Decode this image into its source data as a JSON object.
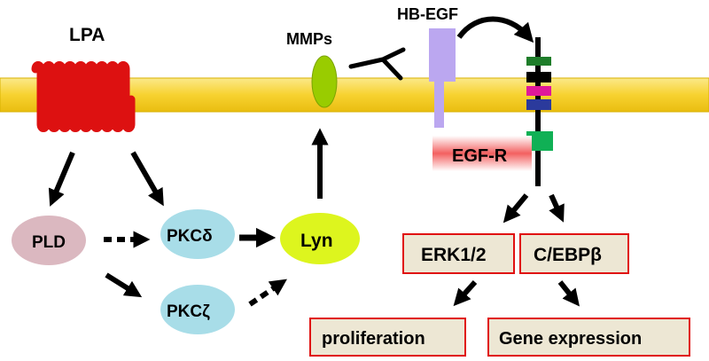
{
  "labels": {
    "lpa": "LPA",
    "mmps": "MMPs",
    "hb_egf": "HB-EGF",
    "egf_r": "EGF-R",
    "pld": "PLD",
    "pkc_delta": "PKCδ",
    "pkc_zeta": "PKCζ",
    "lyn": "Lyn",
    "erk": "ERK1/2",
    "cebp": "C/EBPβ",
    "proliferation": "proliferation",
    "gene_expression": "Gene expression"
  },
  "colors": {
    "membrane": "#f7d230",
    "membrane_edge": "#c9a800",
    "receptor_lpa": "#dd1111",
    "mmp": "#99cc00",
    "hb_egf": "#bba7f0",
    "pld": "#dbb8c0",
    "pkc": "#a8dde8",
    "lyn": "#ddf51e",
    "box_fill": "#ede7d4",
    "box_border": "#e01010",
    "egfr_label_glow": "#f36060",
    "arrow": "#000000",
    "egfr_bands": [
      "#1e7d2a",
      "#000000",
      "#e0189a",
      "#2b3a9c",
      "#10b055"
    ]
  }
}
